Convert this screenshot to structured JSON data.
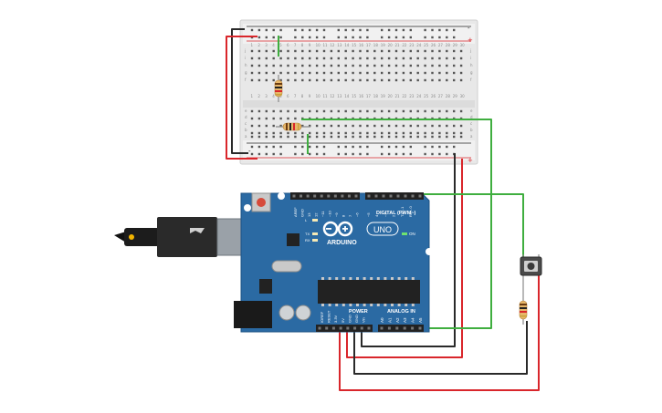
{
  "board": {
    "brand": "ARDUINO",
    "model": "UNO",
    "digital_header": "DIGITAL (PWM~)",
    "power_header": "POWER",
    "analog_header": "ANALOG IN",
    "on_label": "ON",
    "tx_label": "TX",
    "rx_label": "RX",
    "l_label": "L",
    "digital_pins": [
      "AREF",
      "GND",
      "13",
      "12",
      "~11",
      "~10",
      "~9",
      "8",
      "7",
      "~6",
      "~5",
      "4",
      "~3",
      "2",
      "TX→1",
      "RX←0"
    ],
    "power_pins": [
      "IOREF",
      "RESET",
      "3.3V",
      "5V",
      "GND",
      "GND",
      "Vin"
    ],
    "analog_pins": [
      "A0",
      "A1",
      "A2",
      "A3",
      "A4",
      "A5"
    ]
  },
  "breadboard": {
    "rows_top": [
      "j",
      "i",
      "h",
      "g",
      "f"
    ],
    "rows_bottom": [
      "e",
      "d",
      "c",
      "b",
      "a"
    ],
    "rail_plus": "+",
    "rail_minus": "-",
    "columns": 30
  },
  "colors": {
    "wire_red": "#d9262b",
    "wire_black": "#2a2a2a",
    "wire_green": "#3fae3f",
    "board_blue": "#2b6aa3",
    "breadboard": "#e9e9e9"
  }
}
